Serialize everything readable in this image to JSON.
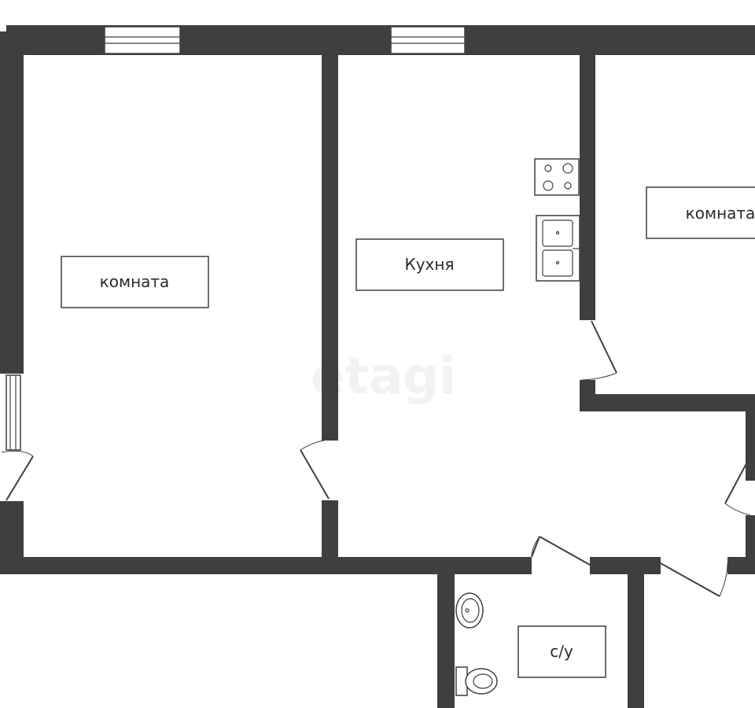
{
  "rooms": {
    "room_left": "комната",
    "kitchen": "Кухня",
    "room_right": "комната",
    "bathroom": "с/у"
  },
  "watermark": "etagi",
  "colors": {
    "wall": "#3f3f41",
    "background": "#ffffff"
  }
}
